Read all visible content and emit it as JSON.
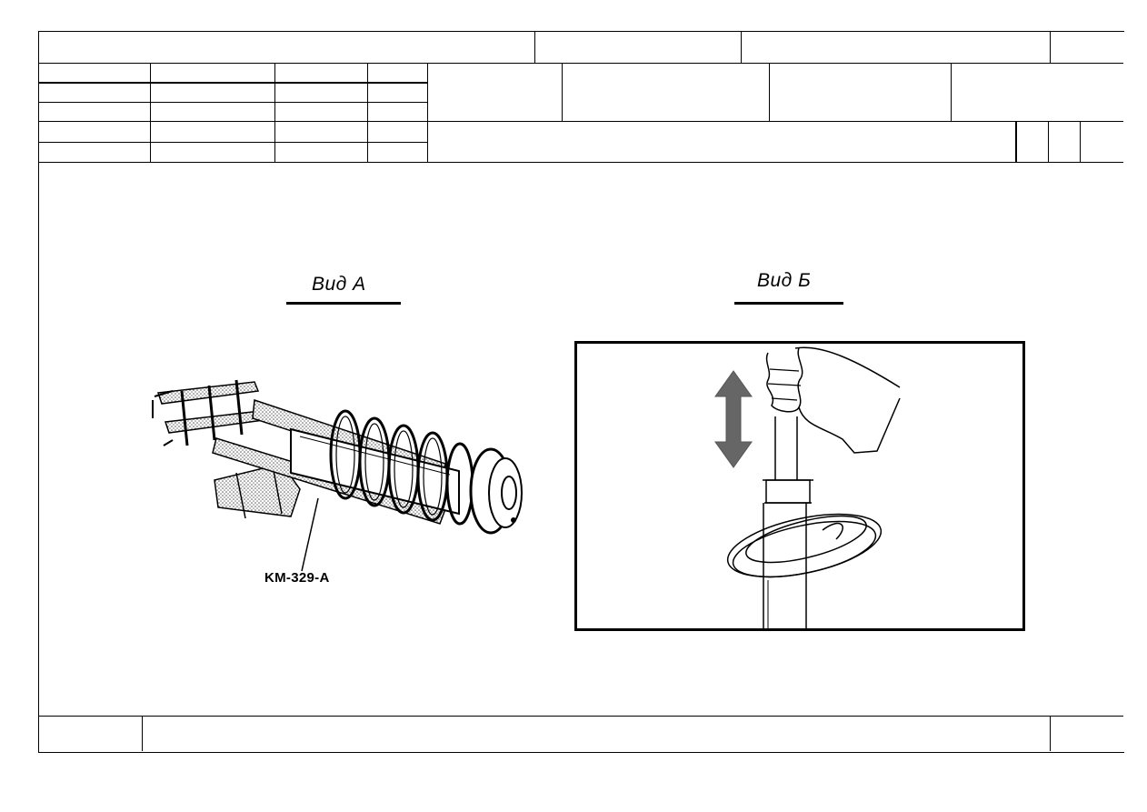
{
  "document": {
    "views": [
      {
        "id": "view-a",
        "title": "Вид А",
        "callout": "KM-329-A"
      },
      {
        "id": "view-b",
        "title": "Вид Б"
      }
    ]
  }
}
